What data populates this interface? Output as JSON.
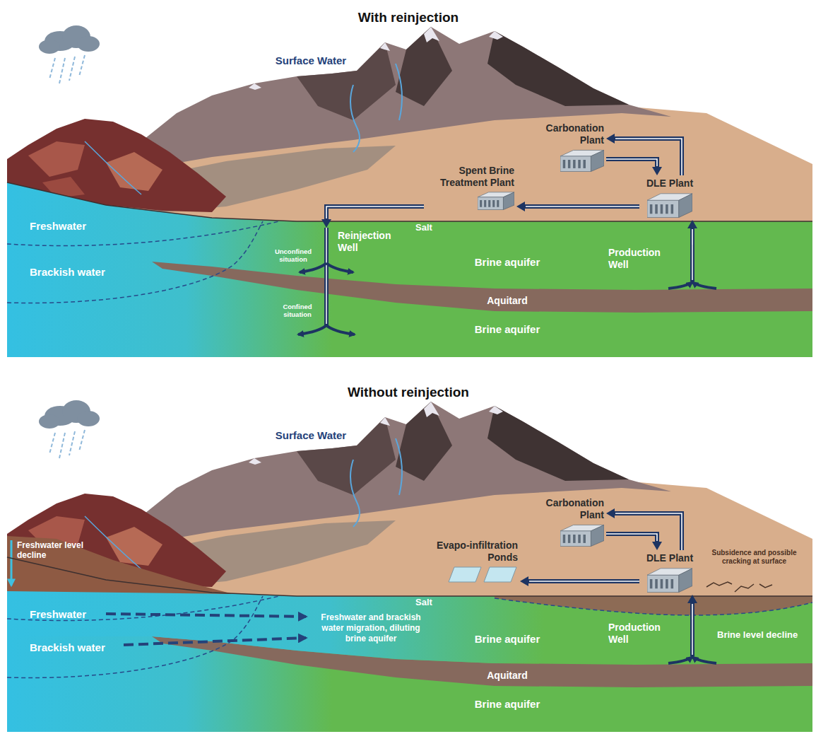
{
  "diagram": {
    "nodes": [
      {
        "text": [
          "Carbonation Plant"
        ]
      },
      {
        "text": [
          "DLE Plant"
        ]
      },
      {
        "text": [
          "Spent Brine Treatment Plant"
        ]
      },
      {
        "text": [
          "Reinjection Well"
        ]
      },
      {
        "text": [
          "Production Well"
        ]
      },
      {
        "text": [
          "Carbonation Plant"
        ]
      },
      {
        "text": [
          "DLE Plant"
        ]
      },
      {
        "text": [
          "Evapo-infiltration Ponds"
        ]
      },
      {
        "text": [
          "Production Well"
        ]
      }
    ],
    "edges": [
      {
        "from": 4,
        "to": 1,
        "arrow": "to"
      },
      {
        "from": 0,
        "to": 1,
        "arrow": "to"
      },
      {
        "from": 1,
        "to": 0,
        "arrow": "to"
      },
      {
        "from": 1,
        "to": 2,
        "arrow": "to"
      },
      {
        "from": 2,
        "to": 3,
        "arrow": "to"
      },
      {
        "from": 8,
        "to": 6,
        "arrow": "to"
      },
      {
        "from": 5,
        "to": 6,
        "arrow": "to"
      },
      {
        "from": 6,
        "to": 5,
        "arrow": "to"
      },
      {
        "from": 6,
        "to": 7,
        "arrow": "to"
      }
    ],
    "labels": [
      "With reinjection",
      "Surface Water",
      "Freshwater",
      "Brackish water",
      "Salt",
      "Unconfined situation",
      "Confined situation",
      "Brine aquifer",
      "Aquitard",
      "Brine aquifer",
      "Without reinjection",
      "Surface Water",
      "Freshwater level decline",
      "Freshwater",
      "Brackish water",
      "Salt",
      "Subsidence and possible cracking at surface",
      "Freshwater and brackish water migration, diluting brine aquifer",
      "Brine aquifer",
      "Brine level decline",
      "Aquitard",
      "Brine aquifer"
    ]
  }
}
